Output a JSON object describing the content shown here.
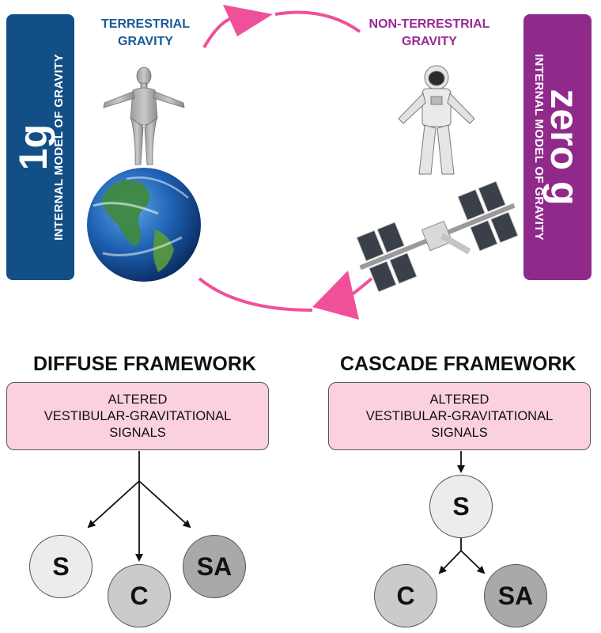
{
  "left_panel": {
    "big": "1g",
    "small": "INTERNAL MODEL OF GRAVITY",
    "color": "#134f87"
  },
  "right_panel": {
    "big": "zero g",
    "small": "INTERNAL MODEL OF GRAVITY",
    "color": "#8f2a8b"
  },
  "terrestrial": {
    "line1": "TERRESTRIAL",
    "line2": "GRAVITY"
  },
  "non_terrestrial": {
    "line1": "NON-TERRESTRIAL",
    "line2": "GRAVITY"
  },
  "cycle_arrow_color": "#f0509a",
  "frameworks": {
    "diffuse": {
      "title": "DIFFUSE FRAMEWORK",
      "box": [
        "ALTERED",
        "VESTIBULAR-GRAVITATIONAL",
        "SIGNALS"
      ],
      "nodes": {
        "s": "S",
        "c": "C",
        "sa": "SA"
      }
    },
    "cascade": {
      "title": "CASCADE FRAMEWORK",
      "box": [
        "ALTERED",
        "VESTIBULAR-GRAVITATIONAL",
        "SIGNALS"
      ],
      "nodes": {
        "s": "S",
        "c": "C",
        "sa": "SA"
      }
    }
  },
  "node_colors": {
    "s": "#ececec",
    "c": "#cbcbcb",
    "sa": "#a9a9a9"
  }
}
